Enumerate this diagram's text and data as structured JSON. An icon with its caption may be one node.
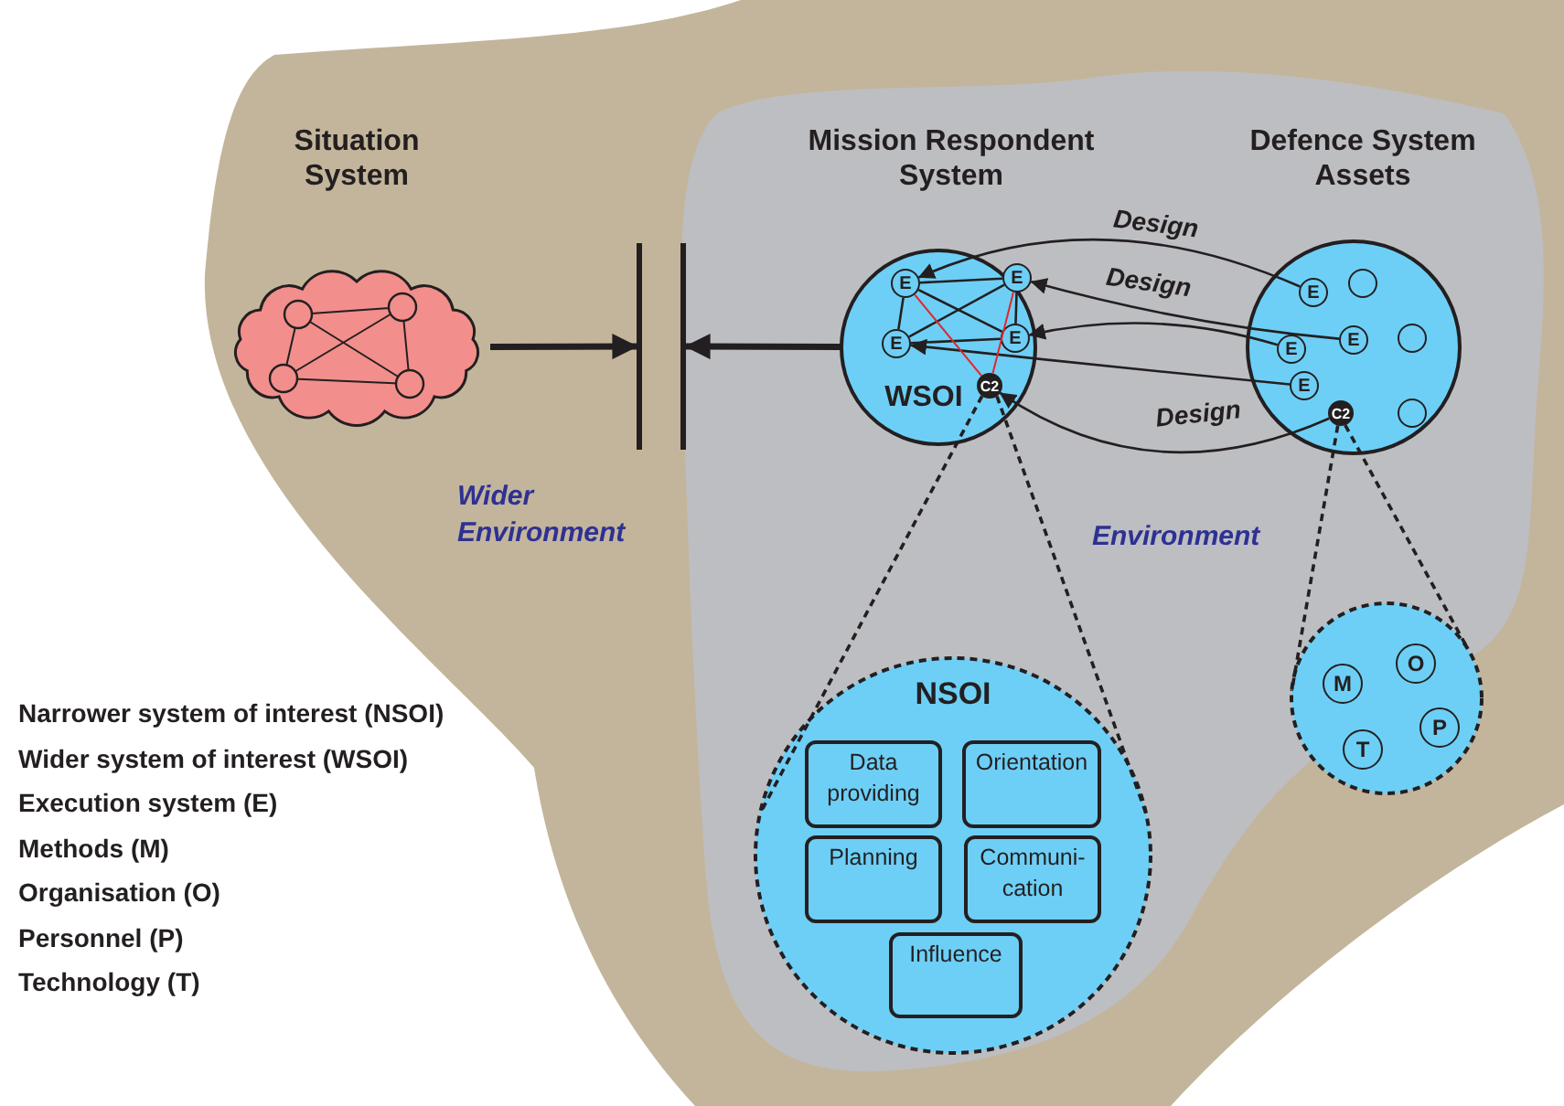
{
  "diagram": {
    "nodes": [
      {
        "text": [
          "Wider Environment"
        ]
      },
      {
        "text": [
          "Situation System"
        ],
        "in": 0
      },
      {
        "text": [],
        "shape": "bar",
        "in": 0
      },
      {
        "text": [],
        "shape": "bar",
        "in": 4
      },
      {
        "text": [
          "Environment"
        ],
        "in": 0
      },
      {
        "text": [
          "Mission Respondent System",
          "WSOI"
        ],
        "in": 4
      },
      {
        "text": [
          "Defence System Assets"
        ],
        "in": 4
      },
      {
        "text": [
          "E"
        ],
        "in": 5
      },
      {
        "text": [
          "E"
        ],
        "in": 5
      },
      {
        "text": [
          "E"
        ],
        "in": 5
      },
      {
        "text": [
          "E"
        ],
        "in": 5
      },
      {
        "text": [
          "C2"
        ],
        "in": 5
      },
      {
        "text": [
          "E"
        ],
        "in": 6
      },
      {
        "text": [
          "E"
        ],
        "in": 6
      },
      {
        "text": [
          "E"
        ],
        "in": 6
      },
      {
        "text": [
          "E"
        ],
        "in": 6
      },
      {
        "text": [
          "C2"
        ],
        "in": 6
      },
      {
        "text": [],
        "shape": "circle",
        "in": 6
      },
      {
        "text": [],
        "shape": "circle",
        "in": 6
      },
      {
        "text": [],
        "shape": "circle",
        "in": 6
      },
      {
        "text": [
          "NSOI"
        ],
        "in": 4
      },
      {
        "text": [
          "Data providing"
        ],
        "in": 20
      },
      {
        "text": [
          "Orientation"
        ],
        "in": 20
      },
      {
        "text": [
          "Planning"
        ],
        "in": 20
      },
      {
        "text": [
          "Communi-cation"
        ],
        "in": 20
      },
      {
        "text": [
          "Influence"
        ],
        "in": 20
      },
      {
        "text": [],
        "shape": "circle",
        "in": 4
      },
      {
        "text": [
          "M"
        ],
        "in": 26
      },
      {
        "text": [
          "O"
        ],
        "in": 26
      },
      {
        "text": [
          "T"
        ],
        "in": 26
      },
      {
        "text": [
          "P"
        ],
        "in": 26
      }
    ],
    "edges": [
      {
        "from": 1,
        "to": 2,
        "arrow": "to",
        "style": "thick"
      },
      {
        "from": 5,
        "to": 3,
        "arrow": "to",
        "style": "thick"
      },
      {
        "from": 12,
        "to": 7,
        "arrow": "to",
        "label": "Design"
      },
      {
        "from": 13,
        "to": 8,
        "arrow": "to",
        "label": "Design"
      },
      {
        "from": 14,
        "to": 10,
        "arrow": "to"
      },
      {
        "from": 15,
        "to": 9,
        "arrow": "to"
      },
      {
        "from": 16,
        "to": 11,
        "arrow": "to",
        "label": "Design"
      },
      {
        "from": 7,
        "to": 8,
        "arrow": "none"
      },
      {
        "from": 7,
        "to": 9,
        "arrow": "none"
      },
      {
        "from": 7,
        "to": 10,
        "arrow": "none"
      },
      {
        "from": 8,
        "to": 9,
        "arrow": "none"
      },
      {
        "from": 8,
        "to": 10,
        "arrow": "none"
      },
      {
        "from": 9,
        "to": 10,
        "arrow": "none"
      },
      {
        "from": 7,
        "to": 11,
        "arrow": "none",
        "color": "#e3262d"
      },
      {
        "from": 8,
        "to": 11,
        "arrow": "none",
        "color": "#e3262d"
      },
      {
        "from": 11,
        "to": 20,
        "arrow": "none",
        "style": "dashed"
      },
      {
        "from": 11,
        "to": 20,
        "arrow": "none",
        "style": "dashed"
      },
      {
        "from": 16,
        "to": 26,
        "arrow": "none",
        "style": "dashed"
      },
      {
        "from": 16,
        "to": 26,
        "arrow": "none",
        "style": "dashed"
      }
    ],
    "labels": [
      "Narrower system of interest (NSOI)",
      "Wider system of interest (WSOI)",
      "Execution system (E)",
      "Methods (M)",
      "Organisation (O)",
      "Personnel (P)",
      "Technology (T)"
    ]
  }
}
